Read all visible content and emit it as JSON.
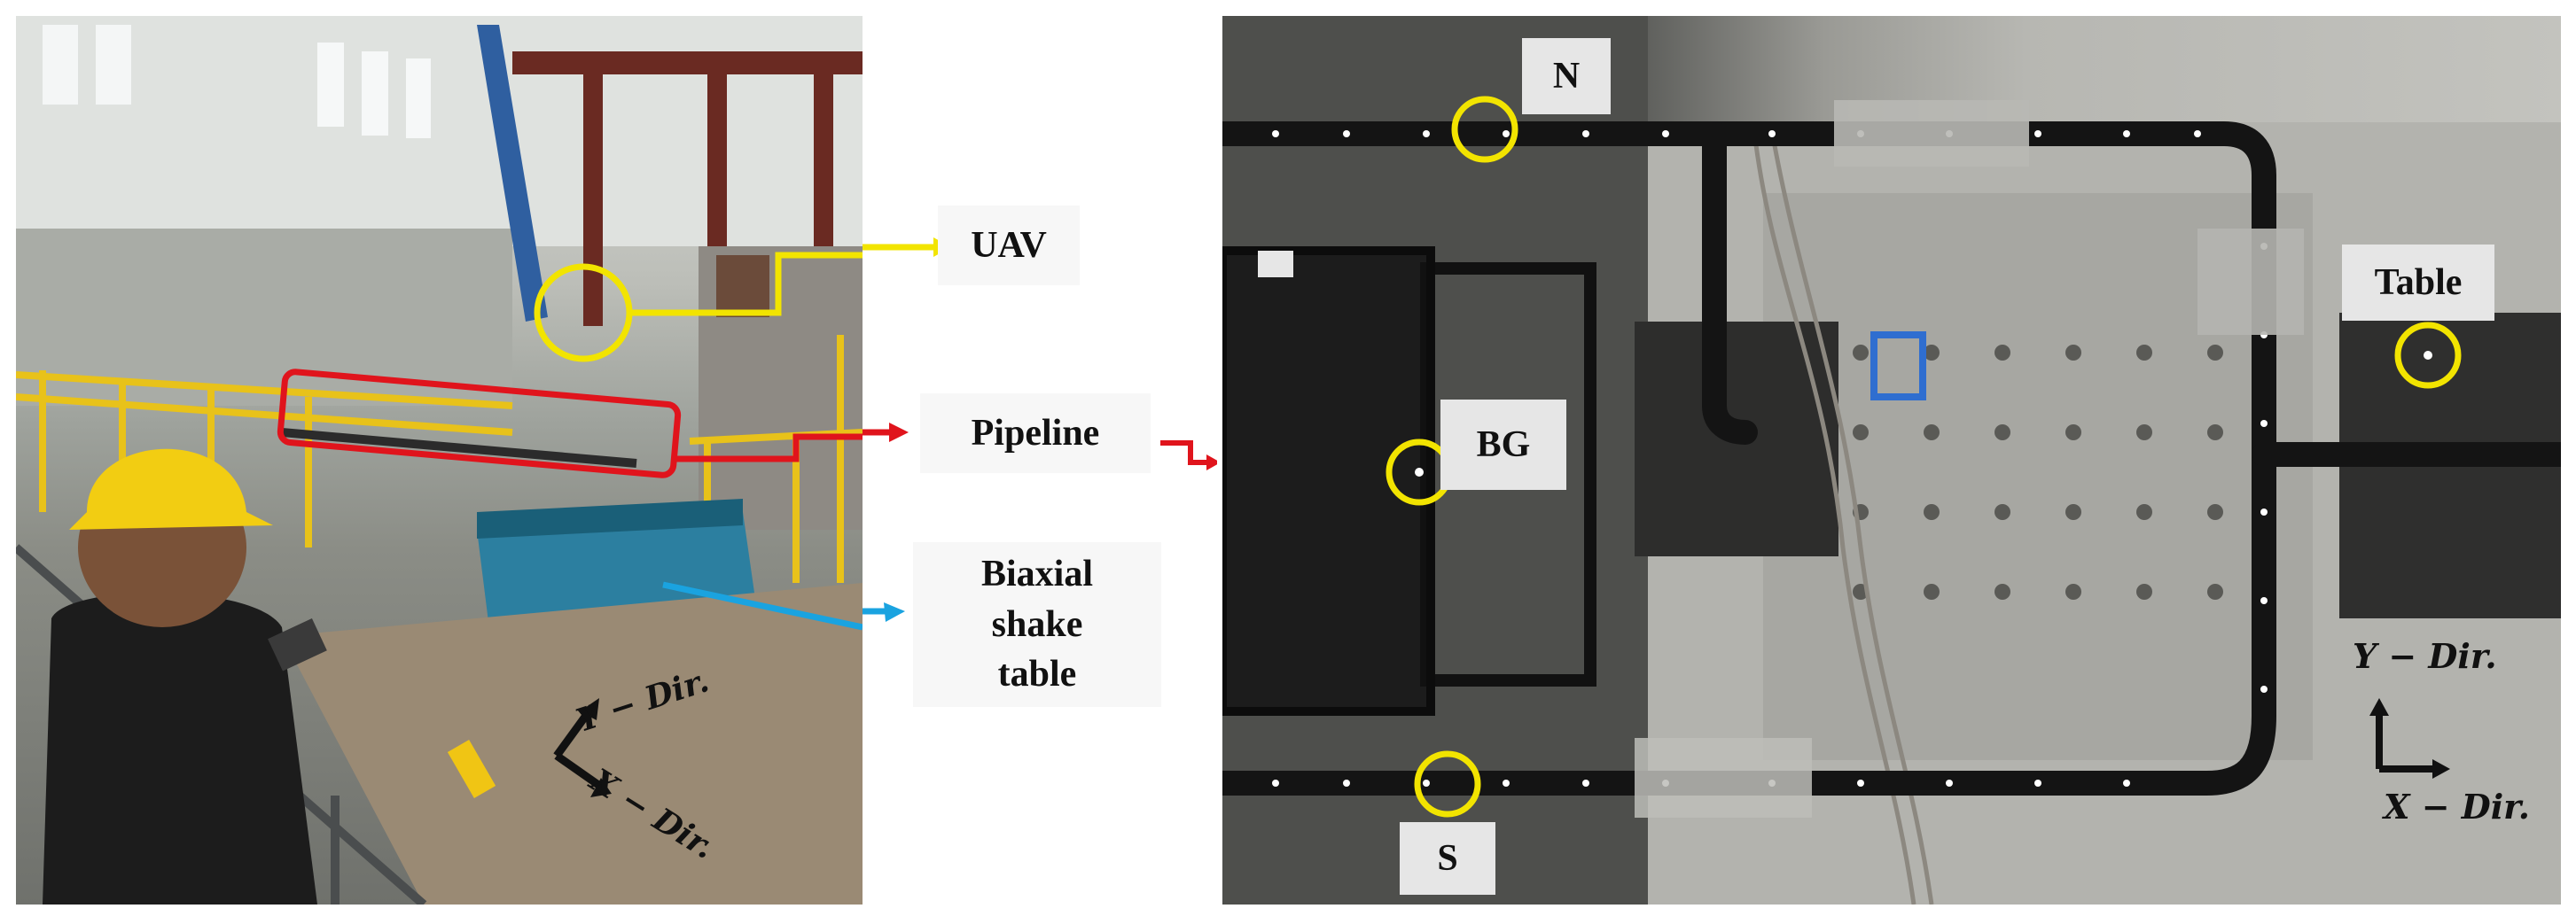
{
  "figure": {
    "left_panel": {
      "callouts": {
        "uav": "UAV",
        "pipeline": "Pipeline",
        "table_line1": "Biaxial",
        "table_line2": "shake",
        "table_line3": "table"
      },
      "axes": {
        "y_dir": "Y − Dir.",
        "x_dir": "X − Dir."
      }
    },
    "right_panel": {
      "labels": {
        "north": "N",
        "south": "S",
        "bg": "BG",
        "table": "Table"
      },
      "axes": {
        "y_dir": "Y − Dir.",
        "x_dir": "X − Dir."
      }
    },
    "colors": {
      "uav_marker": "#f2e400",
      "pipeline_marker": "#e0141c",
      "table_marker": "#1aa3e0",
      "transition_arrow": "#e0141c",
      "sensor_circle": "#f2e400"
    }
  }
}
